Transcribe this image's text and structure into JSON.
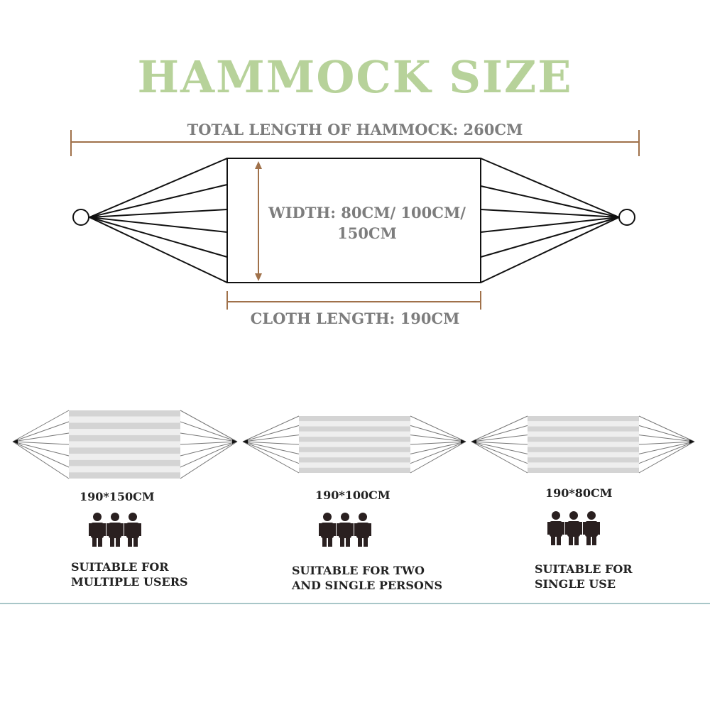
{
  "title": "HAMMOCK SIZE",
  "diagram": {
    "total_label": "TOTAL LENGTH OF HAMMOCK: 260CM",
    "width_label_line1": "WIDTH: 80CM/ 100CM/",
    "width_label_line2": "150CM",
    "cloth_label": "CLOTH LENGTH: 190CM"
  },
  "sizes": [
    {
      "size": "190*150CM",
      "desc_line1": "SUITABLE FOR",
      "desc_line2": "MULTIPLE USERS",
      "people": 3
    },
    {
      "size": "190*100CM",
      "desc_line1": "SUITABLE FOR TWO",
      "desc_line2": "AND SINGLE PERSONS",
      "people": 3
    },
    {
      "size": "190*80CM",
      "desc_line1": "SUITABLE FOR",
      "desc_line2": "SINGLE USE",
      "people": 3
    }
  ],
  "colors": {
    "title": "#b7d29a",
    "dimension_line": "#a0714a",
    "label": "#7d7d7d"
  }
}
